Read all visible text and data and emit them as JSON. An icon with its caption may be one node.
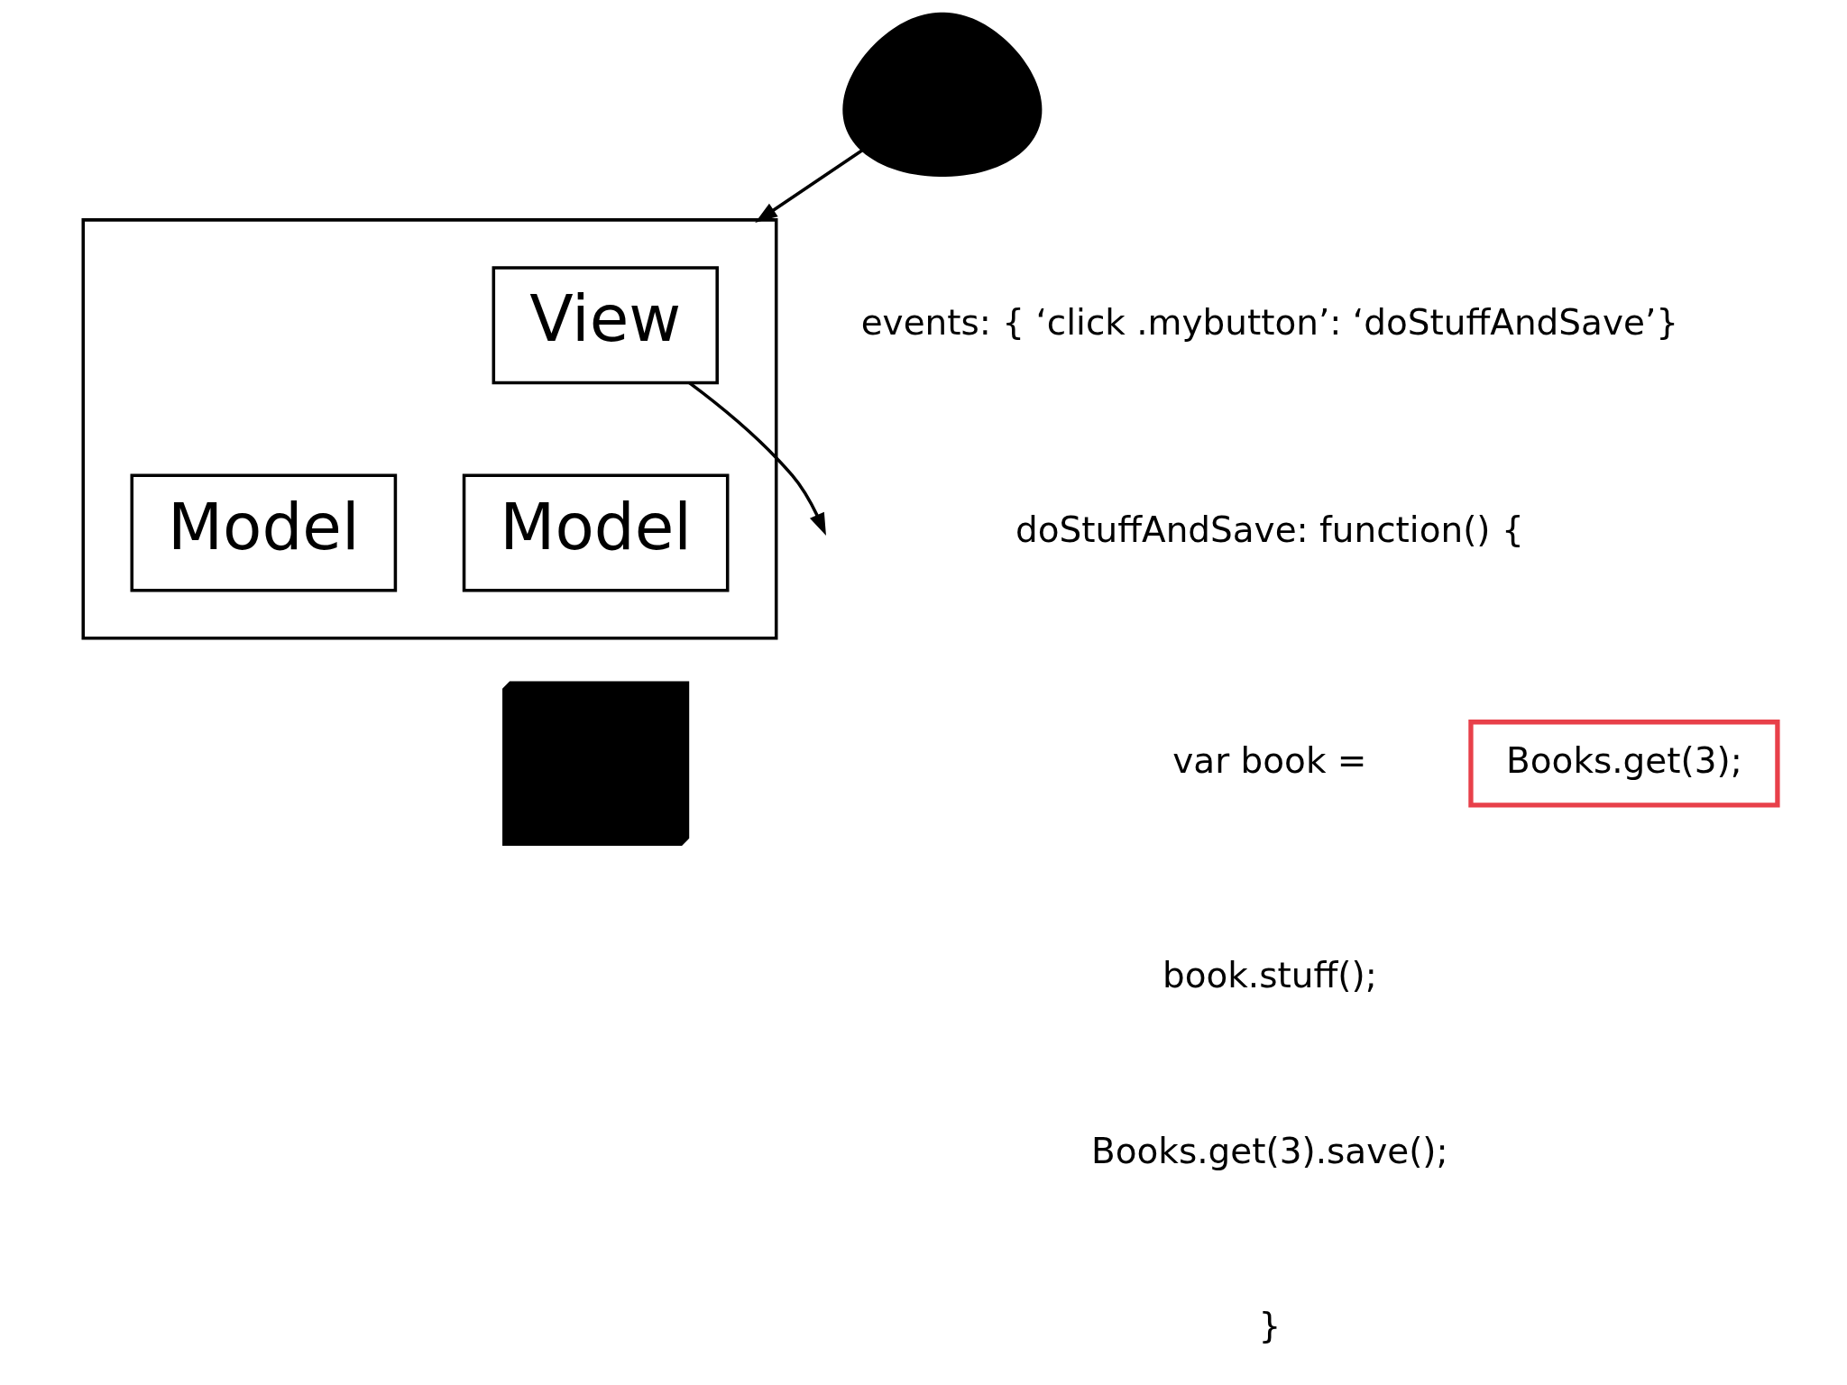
{
  "diagram": {
    "nodes": [
      {
        "text": [],
        "shape": "person"
      },
      {
        "text": [],
        "shape": "box"
      },
      {
        "text": [
          "View"
        ],
        "in": 1
      },
      {
        "text": [
          "Model"
        ],
        "in": 1
      },
      {
        "text": [
          "Model"
        ],
        "in": 1
      },
      {
        "text": [],
        "shape": "server"
      },
      {
        "text": [
          "Books.get(3);"
        ]
      }
    ],
    "edges": [
      {
        "from": 0,
        "to": 1,
        "arrow": "to"
      },
      {
        "from": 2,
        "to": null,
        "arrow": "to"
      }
    ],
    "labels": [
      "events: { ‘click .mybutton’: ‘doStuffAndSave’}",
      "doStuffAndSave: function() {",
      "var book =",
      "book.stuff();",
      "Books.get(3).save();",
      "}"
    ]
  }
}
